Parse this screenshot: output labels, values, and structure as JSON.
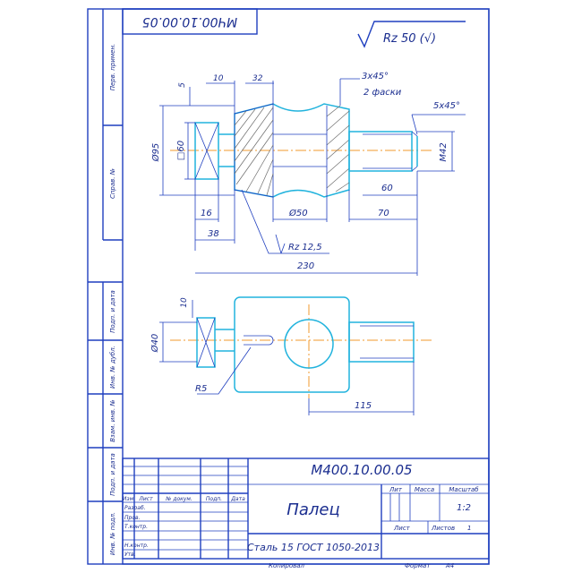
{
  "title_block": {
    "designation": "М400.10.00.05",
    "designation_rotated": "МЧ00.10.00.05",
    "part_name": "Палец",
    "material": "Сталь 15  ГОСТ 1050-2013",
    "headers": {
      "izm": "Изм",
      "list": "Лист",
      "doc_no": "№ докум.",
      "sign": "Подп.",
      "date": "Дата",
      "lit": "Лит",
      "mass": "Масса",
      "scale": "Масштаб"
    },
    "roles": [
      "Разраб.",
      "Пров.",
      "Т.контр.",
      "",
      "Н.контр.",
      "Утв."
    ],
    "scale_value": "1:2",
    "sheet_label": "Лист",
    "sheets_label": "Листов",
    "sheets_value": "1",
    "copied_label": "Копировал",
    "format_label": "Формат",
    "format_value": "А4"
  },
  "side_labels": {
    "perv_primen": "Перв. примен.",
    "sprav_no": "Справ. №",
    "podp_data_1": "Подп. и дата",
    "inv_dubl": "Инв. № дубл.",
    "vzam_inv": "Взам. инв. №",
    "podp_data_2": "Подп. и дата",
    "inv_podl": "Инв. № подл."
  },
  "roughness": {
    "general": "Rz 50 (√)",
    "local": "Rz 12,5"
  },
  "dimensions": {
    "d5": "5",
    "d10": "10",
    "d32": "32",
    "chamfer_label": "3x45°",
    "chamfer_note": "2 фаски",
    "chamfer_right": "5x45°",
    "phi95": "Ø95",
    "sq60": "□60",
    "phi50": "Ø50",
    "m42": "M42",
    "d60": "60",
    "d16": "16",
    "d38": "38",
    "d70": "70",
    "d230": "230",
    "d10b": "10",
    "phi40": "Ø40",
    "r5": "R5",
    "d115": "115"
  },
  "colors": {
    "line": "#1f3fbf",
    "contour": "#21b3dd",
    "center": "#f29a2e",
    "hatch": "#6b6b6b"
  }
}
